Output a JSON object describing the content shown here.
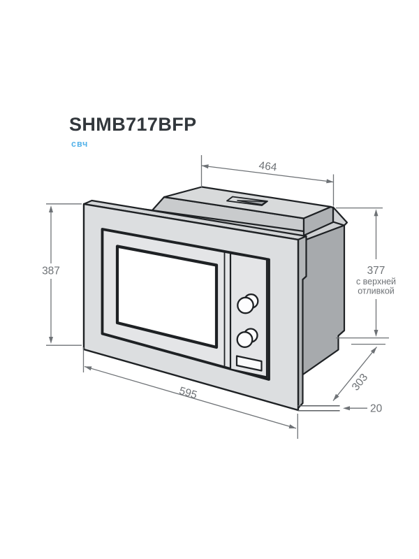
{
  "product": {
    "model": "SHMB717BFP",
    "category_label": "свч"
  },
  "diagram": {
    "dimensions": {
      "top_width": {
        "value": "464"
      },
      "front_height": {
        "value": "387"
      },
      "right_height": {
        "value": "377",
        "note_line1": "с верхней",
        "note_line2": "отливкой"
      },
      "bottom_width": {
        "value": "595"
      },
      "depth": {
        "value": "303"
      },
      "rear_offset": {
        "value": "20"
      }
    }
  },
  "colors": {
    "accent_blue": "#54b2e9",
    "title_text": "#32373c",
    "dimension_lines": "#6e7276",
    "outline": "#1e2124",
    "body_light_fill": "#dcdee0",
    "body_dark_fill": "#a7aaad",
    "background": "#ffffff"
  }
}
